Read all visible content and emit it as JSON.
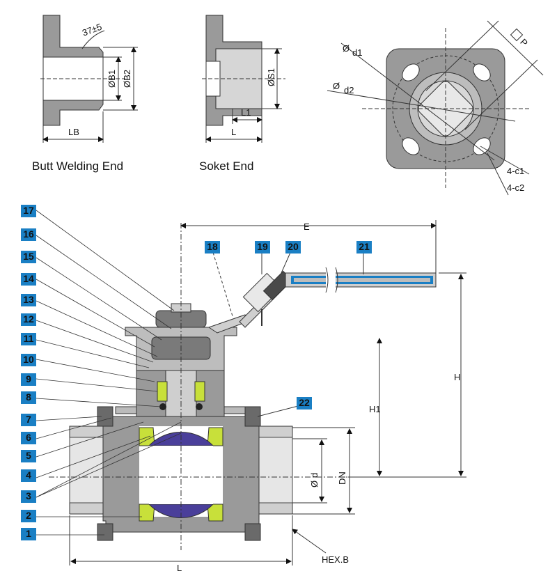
{
  "captions": {
    "butt_welding": "Butt Welding End",
    "socket": "Soket End"
  },
  "butt_welding_dims": {
    "angle": "37±5",
    "b1": "ØB1",
    "b2": "ØB2",
    "lb": "LB"
  },
  "socket_dims": {
    "s1": "ØS1",
    "l1": "L1",
    "l": "L"
  },
  "flange_dims": {
    "d1": "d1",
    "d2": "d2",
    "p": "P",
    "c1": "4-c1",
    "c2": "4-c2"
  },
  "main_dims": {
    "e": "E",
    "h": "H",
    "h1": "H1",
    "d": "d",
    "dn": "DN",
    "l": "L",
    "hexb": "HEX.B"
  },
  "part_numbers": {
    "left": [
      "17",
      "16",
      "15",
      "14",
      "13",
      "12",
      "11",
      "10",
      "9",
      "8",
      "7",
      "6",
      "5",
      "4",
      "3",
      "2",
      "1"
    ],
    "top": [
      "18",
      "19",
      "20",
      "21"
    ],
    "right": [
      "22"
    ]
  },
  "colors": {
    "badge": "#1a7fc4",
    "body_gray": "#9a9a9a",
    "light_gray": "#cfcfcf",
    "seat_yellow": "#c8e03a",
    "ball_purple": "#4a3f9a",
    "handle_blue": "#1a7fc4"
  }
}
